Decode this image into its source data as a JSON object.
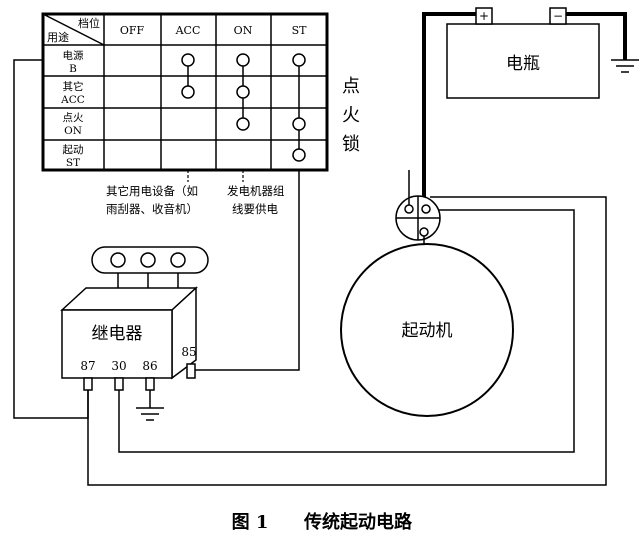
{
  "switch_table": {
    "corner_top": "档位",
    "corner_bottom": "用途",
    "columns": [
      "OFF",
      "ACC",
      "ON",
      "ST"
    ],
    "rows": [
      {
        "line1": "电源",
        "line2": "B"
      },
      {
        "line1": "其它",
        "line2": "ACC"
      },
      {
        "line1": "点火",
        "line2": "ON"
      },
      {
        "line1": "起动",
        "line2": "ST"
      }
    ]
  },
  "ignition_lock_label": [
    "点",
    "火",
    "锁"
  ],
  "notes": {
    "acc_line1": "其它用电设备（如",
    "acc_line2": "雨刮器、收音机）",
    "on_line1": "发电机器组",
    "on_line2": "线要供电"
  },
  "battery": {
    "label": "电瓶",
    "pos": "+",
    "neg": "−"
  },
  "starter": {
    "label": "起动机"
  },
  "relay": {
    "label": "继电器",
    "pins": [
      "87",
      "30",
      "86",
      "85"
    ]
  },
  "caption": {
    "number": "图 1",
    "title": "传统起动电路"
  }
}
